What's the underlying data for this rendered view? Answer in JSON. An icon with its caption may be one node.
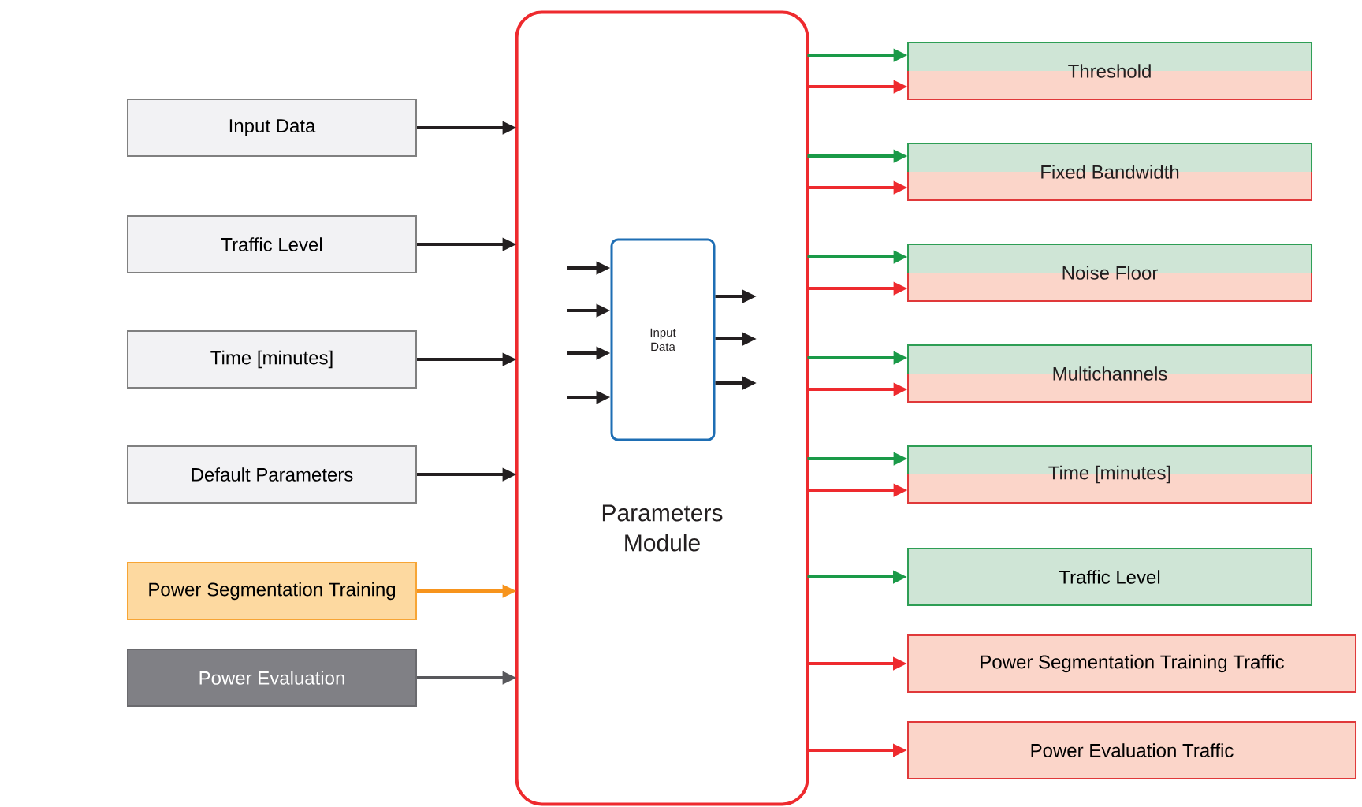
{
  "diagram": {
    "nodes": [
      {
        "text": [
          "Parameters Module"
        ]
      },
      {
        "text": [
          "Input Data"
        ],
        "in": 0
      },
      {
        "text": [
          "Input Data"
        ]
      },
      {
        "text": [
          "Traffic Level"
        ]
      },
      {
        "text": [
          "Time [minutes]"
        ]
      },
      {
        "text": [
          "Default Parameters"
        ]
      },
      {
        "text": [
          "Power Segmentation Training"
        ]
      },
      {
        "text": [
          "Power  Evaluation"
        ]
      },
      {
        "text": [
          "Threshold"
        ]
      },
      {
        "text": [
          "Fixed Bandwidth"
        ]
      },
      {
        "text": [
          "Noise Floor"
        ]
      },
      {
        "text": [
          "Multichannels"
        ]
      },
      {
        "text": [
          "Time [minutes]"
        ]
      },
      {
        "text": [
          "Traffic Level"
        ]
      },
      {
        "text": [
          "Power Segmentation Training Traffic"
        ]
      },
      {
        "text": [
          "Power Evaluation Traffic"
        ]
      }
    ],
    "edges": [
      {
        "from": 2,
        "to": 0,
        "arrow": "to"
      },
      {
        "from": 3,
        "to": 0,
        "arrow": "to"
      },
      {
        "from": 4,
        "to": 0,
        "arrow": "to"
      },
      {
        "from": 5,
        "to": 0,
        "arrow": "to"
      },
      {
        "from": 6,
        "to": 0,
        "arrow": "to",
        "color": "#f7941d"
      },
      {
        "from": 7,
        "to": 0,
        "arrow": "to",
        "color": "#58585c"
      },
      {
        "from": null,
        "to": 1,
        "arrow": "to"
      },
      {
        "from": null,
        "to": 1,
        "arrow": "to"
      },
      {
        "from": null,
        "to": 1,
        "arrow": "to"
      },
      {
        "from": null,
        "to": 1,
        "arrow": "to"
      },
      {
        "from": 1,
        "to": null,
        "arrow": "to"
      },
      {
        "from": 1,
        "to": null,
        "arrow": "to"
      },
      {
        "from": 1,
        "to": null,
        "arrow": "to"
      },
      {
        "from": 0,
        "to": 8,
        "arrow": "to",
        "color": "#1a9a48"
      },
      {
        "from": 0,
        "to": 8,
        "arrow": "to",
        "color": "#ee2a2e"
      },
      {
        "from": 0,
        "to": 9,
        "arrow": "to",
        "color": "#1a9a48"
      },
      {
        "from": 0,
        "to": 9,
        "arrow": "to",
        "color": "#ee2a2e"
      },
      {
        "from": 0,
        "to": 10,
        "arrow": "to",
        "color": "#1a9a48"
      },
      {
        "from": 0,
        "to": 10,
        "arrow": "to",
        "color": "#ee2a2e"
      },
      {
        "from": 0,
        "to": 11,
        "arrow": "to",
        "color": "#1a9a48"
      },
      {
        "from": 0,
        "to": 11,
        "arrow": "to",
        "color": "#ee2a2e"
      },
      {
        "from": 0,
        "to": 12,
        "arrow": "to",
        "color": "#1a9a48"
      },
      {
        "from": 0,
        "to": 12,
        "arrow": "to",
        "color": "#ee2a2e"
      },
      {
        "from": 0,
        "to": 13,
        "arrow": "to",
        "color": "#1a9a48"
      },
      {
        "from": 0,
        "to": 14,
        "arrow": "to",
        "color": "#ee2a2e"
      },
      {
        "from": 0,
        "to": 15,
        "arrow": "to",
        "color": "#ee2a2e"
      }
    ]
  }
}
